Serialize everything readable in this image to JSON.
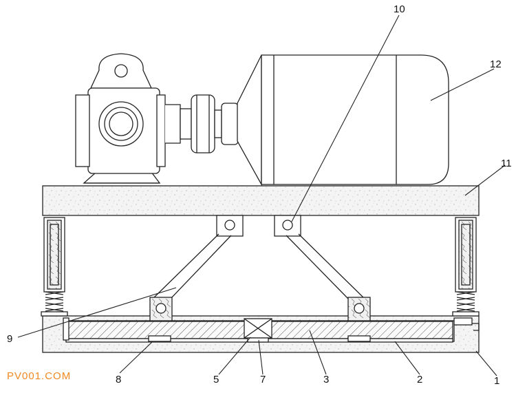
{
  "labels": {
    "l1": "1",
    "l2": "2",
    "l3": "3",
    "l5": "5",
    "l7": "7",
    "l8": "8",
    "l9": "9",
    "l10": "10",
    "l11": "11",
    "l12": "12"
  },
  "watermark": "PV001.COM",
  "colors": {
    "line": "#222222",
    "speckle_fill": "#f4f4f4",
    "hatch_fill": "#fafafa",
    "watermark": "#f08a22"
  }
}
